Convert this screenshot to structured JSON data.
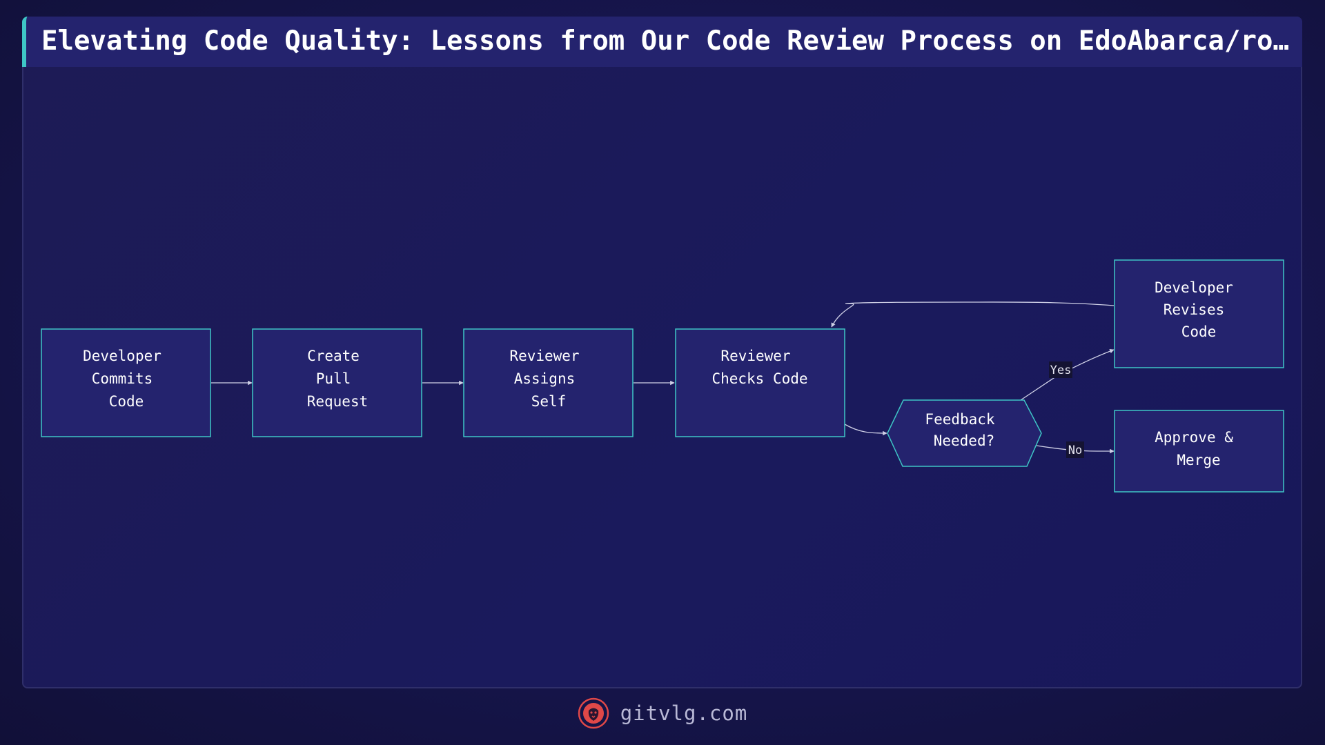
{
  "title": "Elevating Code Quality: Lessons from Our Code Review Process on EdoAbarca/rotat…",
  "nodes": {
    "commit": [
      "Developer",
      "Commits",
      "Code"
    ],
    "pr": [
      "Create",
      "Pull",
      "Request"
    ],
    "assign": [
      "Reviewer",
      "Assigns",
      "Self"
    ],
    "check": [
      "Reviewer",
      "Checks Code"
    ],
    "decision": [
      "Feedback",
      "Needed?"
    ],
    "revise": [
      "Developer",
      "Revises",
      "Code"
    ],
    "merge": [
      "Approve &",
      "Merge"
    ]
  },
  "edges": {
    "yes_label": "Yes",
    "no_label": "No"
  },
  "footer": {
    "site": "gitvlg.com",
    "logo_icon": "lion-head-icon"
  },
  "colors": {
    "node_fill": "#24236e",
    "node_border": "#3ec6c6",
    "edge": "#cfd0e6",
    "accent": "#3ec6c6",
    "logo": "#e04848"
  }
}
